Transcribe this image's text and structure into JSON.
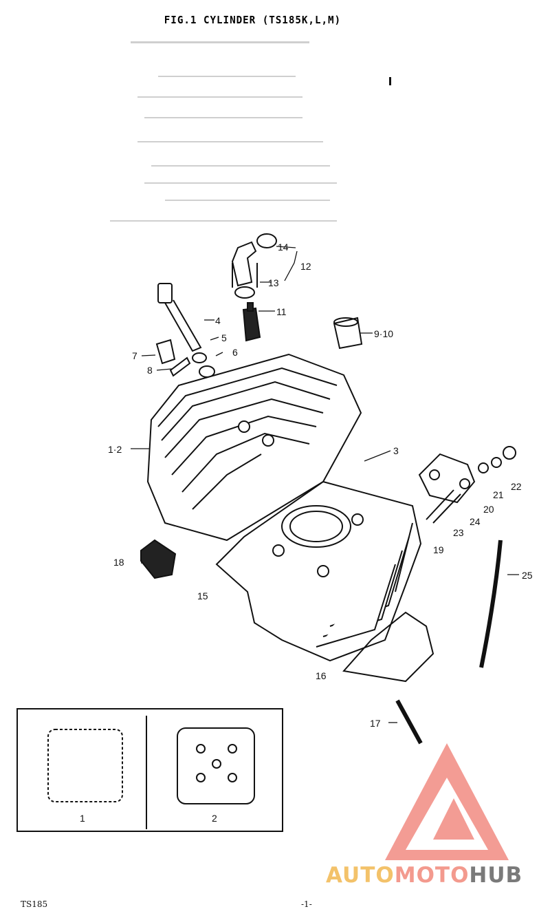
{
  "title": "FIG.1  CYLINDER (TS185K,L,M)",
  "callouts": {
    "c14": "14",
    "c12": "12",
    "c13": "13",
    "c11": "11",
    "c4": "4",
    "c910": "9·10",
    "c5": "5",
    "c7": "7",
    "c6": "6",
    "c8": "8",
    "c12b": "1·2",
    "c3": "3",
    "c22": "22",
    "c21": "21",
    "c20": "20",
    "c24": "24",
    "c23": "23",
    "c19": "19",
    "c18": "18",
    "c25": "25",
    "c15": "15",
    "c16": "16",
    "c17": "17",
    "inset1": "1",
    "inset2": "2"
  },
  "footer": {
    "left": "TS185",
    "page": "-1-"
  },
  "watermark": {
    "part1": "AUTO",
    "part2": "MOTO",
    "part3": "HUB",
    "colors": {
      "auto": "#f3c26a",
      "moto": "#f39a8e",
      "hub": "#7a7a7a",
      "logo": "#f28b82"
    }
  }
}
